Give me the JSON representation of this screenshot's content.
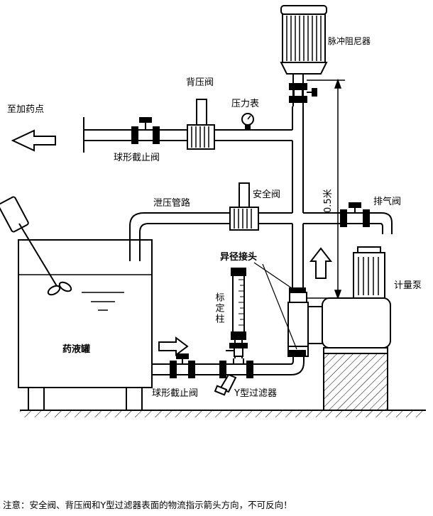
{
  "labels": {
    "pulsation_damper": "脉冲阻尼器",
    "back_pressure_valve": "背压阀",
    "pressure_gauge": "压力表",
    "to_dosing_point": "至加药点",
    "ball_valve_top": "球形截止阀",
    "safety_valve": "安全阀",
    "relief_line": "泄压管路",
    "dimension": "0.5米",
    "vent_valve": "排气阀",
    "reducer_joint": "异径接头",
    "calibration_column": "标定柱",
    "metering_pump": "计量泵",
    "chemical_tank": "药液罐",
    "ball_valve_bottom": "球形截止阀",
    "y_strainer": "Y型过滤器"
  },
  "note": "注意：安全阀、背压阀和Y型过滤器表面的物流指示箭头方向，不可反向！"
}
